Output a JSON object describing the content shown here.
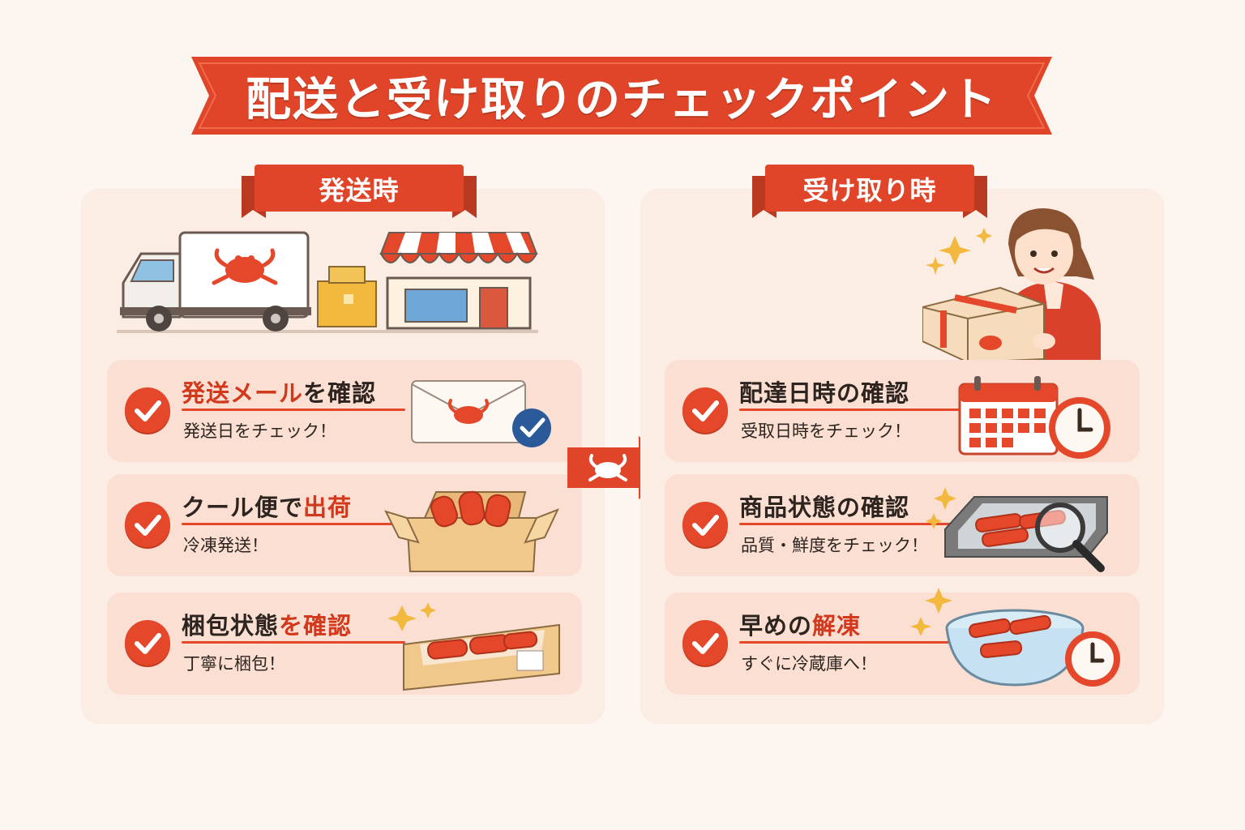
{
  "title": "配送と受け取りのチェックポイント",
  "left_section": {
    "heading": "発送時",
    "items": [
      {
        "title_pre": "",
        "title_hl": "発送メール",
        "title_post": "を確認",
        "sub": "発送日をチェック！",
        "icon": "envelope-crab-icon"
      },
      {
        "title_pre": "クール便で",
        "title_hl": "出荷",
        "title_post": "",
        "sub": "冷凍発送！",
        "icon": "open-box-crab-legs-icon"
      },
      {
        "title_pre": "梱包状態",
        "title_hl": "を確認",
        "title_post": "",
        "sub": "丁寧に梱包！",
        "icon": "packed-box-icon"
      }
    ]
  },
  "right_section": {
    "heading": "受け取り時",
    "items": [
      {
        "title_pre": "配達日時の確認",
        "title_hl": "",
        "title_post": "",
        "sub": "受取日時をチェック！",
        "icon": "calendar-clock-icon"
      },
      {
        "title_pre": "商品状態の確認",
        "title_hl": "",
        "title_post": "",
        "sub": "品質・鮮度をチェック！",
        "icon": "tray-magnifier-icon"
      },
      {
        "title_pre": "早めの",
        "title_hl": "解凍",
        "title_post": "",
        "sub": "すぐに冷蔵庫へ！",
        "icon": "thaw-bowl-clock-icon"
      }
    ]
  },
  "colors": {
    "accent": "#e4472a",
    "card_bg": "#fadfd2",
    "panel_bg": "#fbece4",
    "page_bg": "#fcf5f0",
    "text": "#2d2420"
  }
}
